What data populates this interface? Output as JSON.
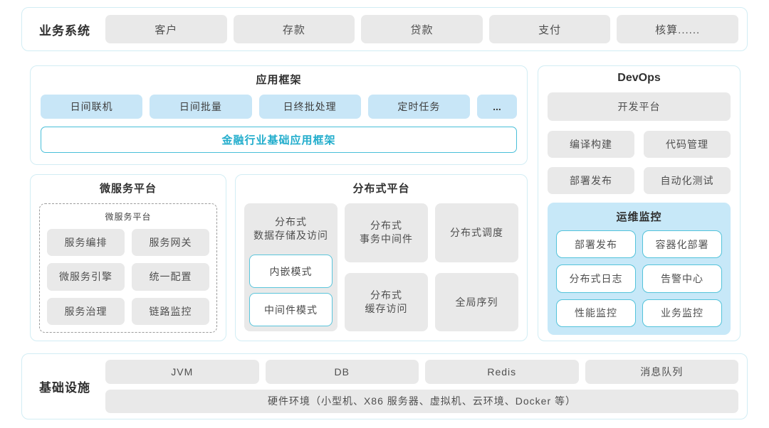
{
  "colors": {
    "section_border": "#d2edf4",
    "gray_chip": "#e9e9e9",
    "blue_chip": "#c8e6f7",
    "monitor_bg": "#c7e8f8",
    "accent_cyan_border": "#49bfd9",
    "accent_cyan_text": "#22adcc"
  },
  "business": {
    "label": "业务系统",
    "items": [
      "客户",
      "存款",
      "贷款",
      "支付",
      "核算......"
    ]
  },
  "app_framework": {
    "title": "应用框架",
    "modules": [
      "日间联机",
      "日间批量",
      "日终批处理",
      "定时任务",
      "..."
    ],
    "base": "金融行业基础应用框架"
  },
  "microservice": {
    "title": "微服务平台",
    "inner_title": "微服务平台",
    "items": [
      "服务编排",
      "服务网关",
      "微服务引擎",
      "统一配置",
      "服务治理",
      "链路监控"
    ]
  },
  "distributed": {
    "title": "分布式平台",
    "storage": {
      "label": "分布式\n数据存储及访问",
      "modes": [
        "内嵌模式",
        "中间件模式"
      ]
    },
    "middle": [
      "分布式\n事务中间件",
      "分布式\n缓存访问"
    ],
    "right": [
      "分布式调度",
      "全局序列"
    ]
  },
  "devops": {
    "title": "DevOps",
    "platform": "开发平台",
    "tools": [
      "编译构建",
      "代码管理",
      "部署发布",
      "自动化测试"
    ],
    "monitoring": {
      "title": "运维监控",
      "items": [
        "部署发布",
        "容器化部署",
        "分布式日志",
        "告警中心",
        "性能监控",
        "业务监控"
      ]
    }
  },
  "infrastructure": {
    "label": "基础设施",
    "items": [
      "JVM",
      "DB",
      "Redis",
      "消息队列"
    ],
    "hardware": "硬件环境（小型机、X86 服务器、虚拟机、云环境、Docker 等）"
  }
}
